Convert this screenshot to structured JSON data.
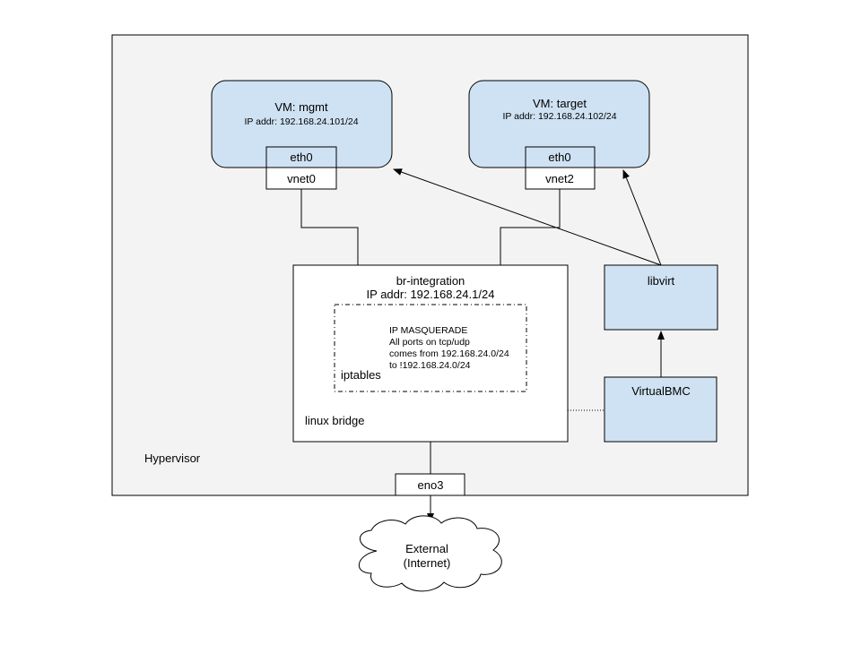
{
  "hypervisor": {
    "label": "Hypervisor"
  },
  "vm_mgmt": {
    "name": "VM: mgmt",
    "ip": "IP addr: 192.168.24.101/24",
    "nic": "eth0",
    "vif": "vnet0"
  },
  "vm_target": {
    "name": "VM: target",
    "ip": "IP addr: 192.168.24.102/24",
    "nic": "eth0",
    "vif": "vnet2"
  },
  "bridge": {
    "name": "br-integration",
    "ip": "IP addr: 192.168.24.1/24",
    "type": "linux bridge"
  },
  "iptables": {
    "lines": [
      "IP MASQUERADE",
      "All ports on tcp/udp",
      "comes from 192.168.24.0/24",
      "to !192.168.24.0/24"
    ],
    "label": "iptables"
  },
  "libvirt": {
    "label": "libvirt"
  },
  "virtualbmc": {
    "label": "VirtualBMC"
  },
  "uplink": {
    "label": "eno3"
  },
  "external": {
    "line1": "External",
    "line2": "(Internet)"
  },
  "colors": {
    "vm_fill": "#cfe2f3",
    "hypervisor_fill": "#f3f3f3",
    "stroke": "#000000"
  }
}
